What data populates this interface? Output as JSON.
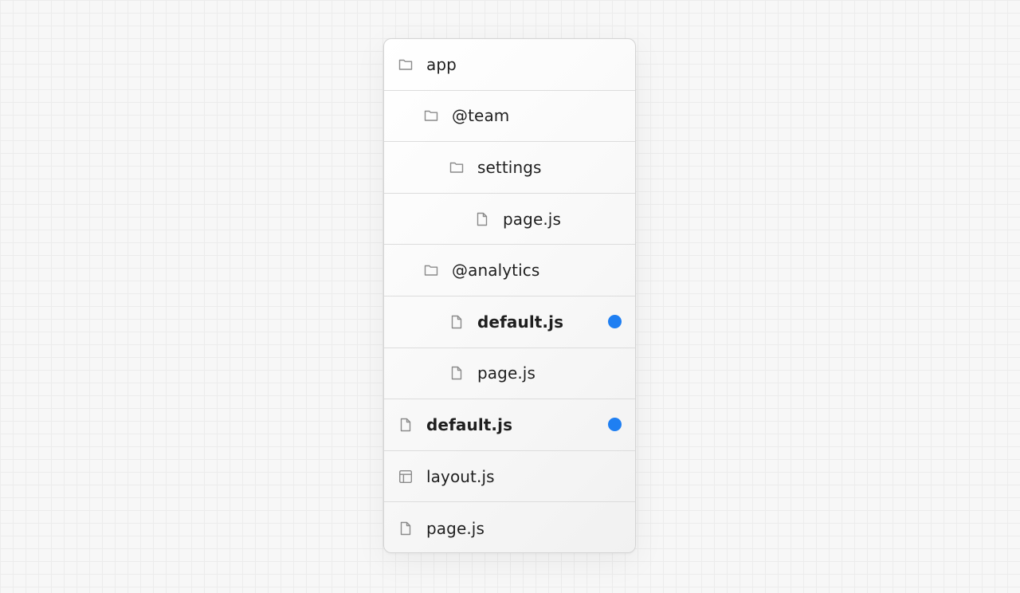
{
  "tree": {
    "rows": [
      {
        "label": "app",
        "icon": "folder-icon",
        "depth": 0,
        "bold": false,
        "marked": false
      },
      {
        "label": "@team",
        "icon": "folder-icon",
        "depth": 1,
        "bold": false,
        "marked": false
      },
      {
        "label": "settings",
        "icon": "folder-icon",
        "depth": 2,
        "bold": false,
        "marked": false
      },
      {
        "label": "page.js",
        "icon": "file-icon",
        "depth": 3,
        "bold": false,
        "marked": false
      },
      {
        "label": "@analytics",
        "icon": "folder-icon",
        "depth": 1,
        "bold": false,
        "marked": false
      },
      {
        "label": "default.js",
        "icon": "file-icon",
        "depth": 2,
        "bold": true,
        "marked": true
      },
      {
        "label": "page.js",
        "icon": "file-icon",
        "depth": 2,
        "bold": false,
        "marked": false
      },
      {
        "label": "default.js",
        "icon": "file-icon",
        "depth": 0,
        "bold": true,
        "marked": true
      },
      {
        "label": "layout.js",
        "icon": "layout-icon",
        "depth": 0,
        "bold": false,
        "marked": false
      },
      {
        "label": "page.js",
        "icon": "file-icon",
        "depth": 0,
        "bold": false,
        "marked": false
      }
    ]
  },
  "colors": {
    "marker": "#1f7ff2",
    "icon_stroke": "#8a8a8a",
    "text": "#1f1f1f",
    "row_divider": "#dcdcdc"
  }
}
